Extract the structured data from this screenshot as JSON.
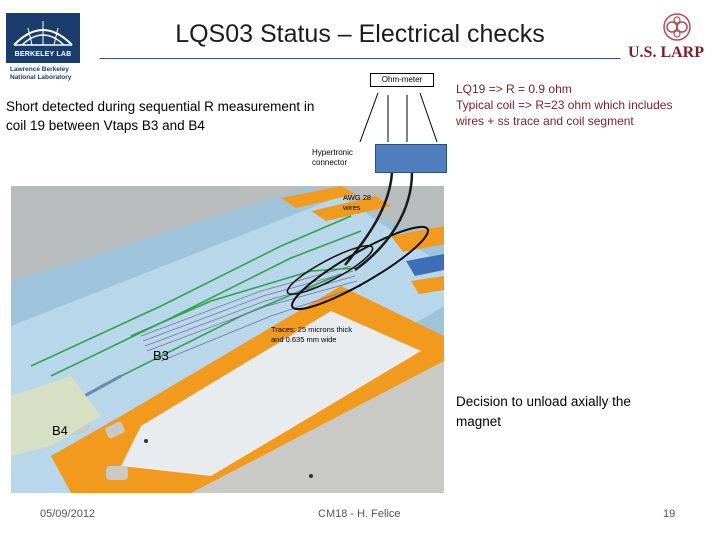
{
  "header": {
    "title": "LQS03 Status – Electrical checks",
    "left_logo": {
      "name": "BERKELEY LAB",
      "subtitle_line1": "Lawrence Berkeley",
      "subtitle_line2": "National Laboratory",
      "color": "#1b3d6e"
    },
    "right_logo": {
      "name": "U.S. LARP",
      "color": "#7a1f2b"
    }
  },
  "body": {
    "short_detected_line1": "Short detected during sequential R measurement in",
    "short_detected_line2": "coil 19 between Vtaps B3 and B4",
    "lq19_line1": "LQ19 => R = 0.9 ohm",
    "lq19_line2": "Typical coil => R=23 ohm which includes",
    "lq19_line3": "wires + ss trace and coil segment",
    "decision_line1": "Decision to unload axially the",
    "decision_line2": "magnet"
  },
  "figure": {
    "ohm_meter": "Ohm-meter",
    "hypertronic_line1": "Hypertronic",
    "hypertronic_line2": "connector",
    "awg_line1": "AWG 28",
    "awg_line2": "wires",
    "traces_line1": "Traces: 25 microns thick",
    "traces_line2": "and 0.635 mm wide",
    "b3": "B3",
    "b4": "B4"
  },
  "footer": {
    "date": "05/09/2012",
    "center": "CM18 - H. Felice",
    "page": "19"
  },
  "colors": {
    "accent_text": "#7a1f2b",
    "title_rule": "#2f5597",
    "connector": "#4f7fbf",
    "kapton": "#f29a1d"
  }
}
